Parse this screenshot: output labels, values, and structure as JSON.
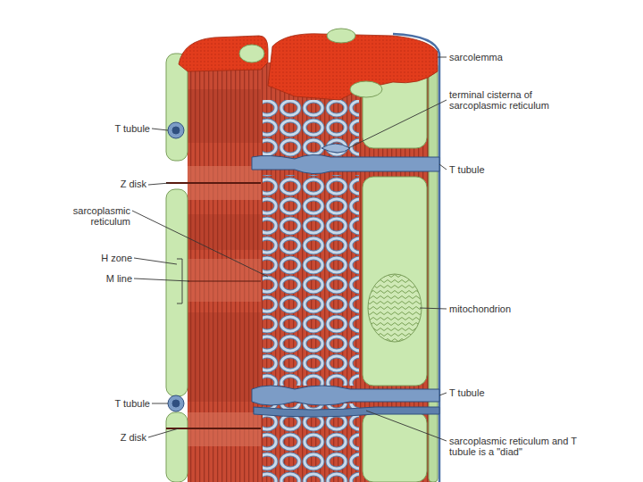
{
  "diagram": {
    "labels": [
      "sarcolemma",
      "terminal cisterna of sarcoplasmic reticulum",
      "T tubule",
      "T tubule",
      "Z disk",
      "sarcoplasmic reticulum",
      "H zone",
      "M line",
      "mitochondrion",
      "T tubule",
      "T tubule",
      "Z disk",
      "sarcoplasmic reticulum and T tubule is a \"diad\""
    ]
  }
}
